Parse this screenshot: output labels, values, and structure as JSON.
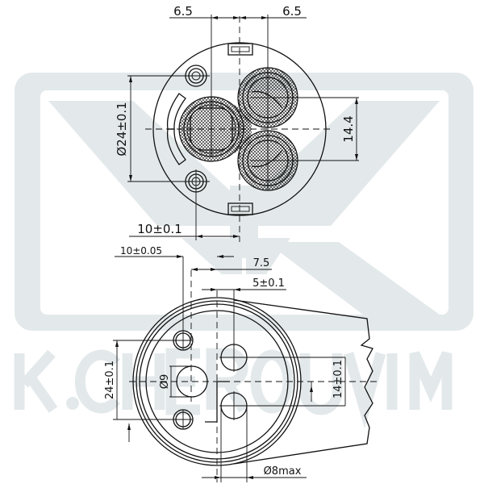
{
  "watermark": {
    "text": "K.CHEROUVIM",
    "color": "#e3e9eb"
  },
  "top_view": {
    "dim_left_offset": "6.5",
    "dim_right_offset": "6.5",
    "dim_diameter": "Ø24±0.1",
    "dim_port_spacing": "14.4",
    "dim_pin_offset": "10±0.1"
  },
  "bottom_view": {
    "dim_pin_offset": "10±0.05",
    "dim_center_offset": "7.5",
    "dim_port_offset": "5±0.1",
    "dim_pin_spacing": "24±0.1",
    "dim_center_hole": "Ø9",
    "dim_port_spacing": "14±0.1",
    "dim_port_diameter": "Ø8max"
  }
}
